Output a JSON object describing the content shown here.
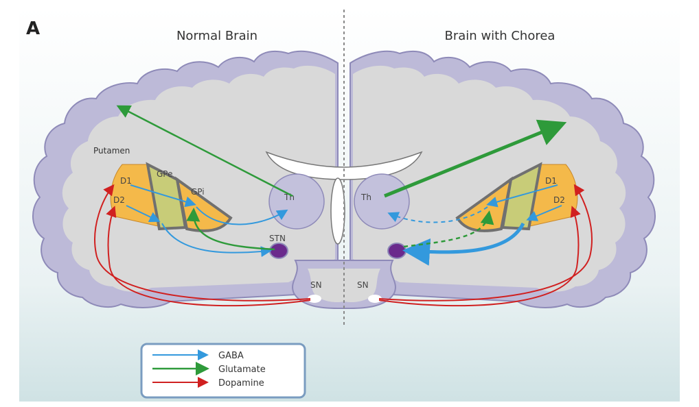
{
  "panel_letter": "A",
  "titles": {
    "left": "Normal Brain",
    "right": "Brain with Chorea"
  },
  "regions": {
    "putamen": "Putamen",
    "gpe": "GPe",
    "gpi": "GPi",
    "d1": "D1",
    "d2": "D2",
    "th": "Th",
    "stn": "STN",
    "sn": "SN"
  },
  "legend": [
    {
      "label": "GABA",
      "color": "#3399dd"
    },
    {
      "label": "Glutamate",
      "color": "#2e9a3a"
    },
    {
      "label": "Dopamine",
      "color": "#d02020"
    }
  ],
  "colors": {
    "cortex": "#bdbad8",
    "cortex_stroke": "#8e8ab8",
    "white_matter": "#d9d9d9",
    "putamen": "#f4b94a",
    "gpe": "#c8cc78",
    "gpi": "#f4b94a",
    "thalamus": "#c3c1dc",
    "stn": "#6a2a8c"
  }
}
